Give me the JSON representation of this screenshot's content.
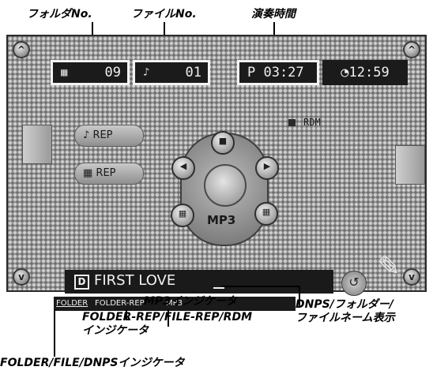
{
  "callouts": {
    "folder_no": "フォルダNo.",
    "file_no": "ファイルNo.",
    "play_time": "演奏時間",
    "mp3_indicator": "MP3インジケータ",
    "folder_rep_line1": "FOLDER-REP/FILE-REP/RDM",
    "folder_rep_line2": "インジケータ",
    "dnps_line1": "DNPS/フォルダー/",
    "dnps_line2": "ファイルネーム表示",
    "folder_file_dnps": "FOLDER/FILE/DNPSインジケータ"
  },
  "display": {
    "folder_number": "09",
    "file_number": "01",
    "play_time": "P 03:27",
    "clock": "◔12:59",
    "rdm": "RDM",
    "file_rep": "REP",
    "folder_rep": "REP",
    "mode": "MP3",
    "dnps_mark": "D",
    "track_name": "FIRST LOVE",
    "indicators": {
      "folder": "FOLDER",
      "folder_rep": "FOLDER-REP",
      "mp3": "MP3"
    }
  },
  "icons": [
    "folder-icon",
    "note-icon",
    "return-icon",
    "pencil-icon",
    "corner-button-icon",
    "prev-button-icon",
    "next-button-icon"
  ],
  "colors": {
    "screen_bg": "#8e8e8e",
    "panel_black": "#1b1b1b",
    "box_border": "#f2f2f2"
  }
}
